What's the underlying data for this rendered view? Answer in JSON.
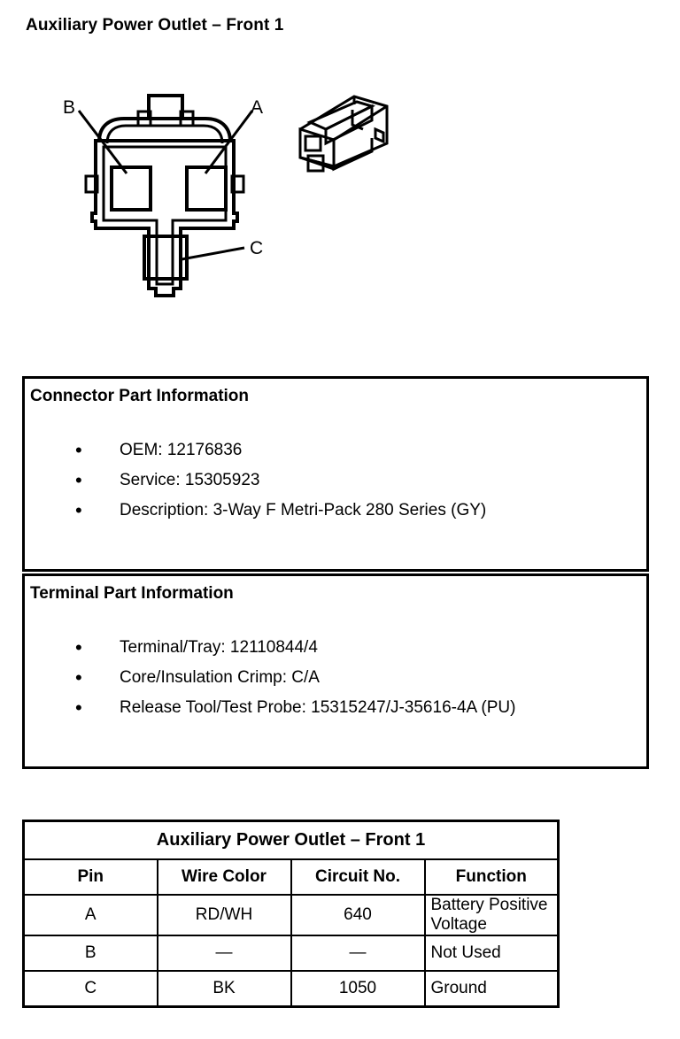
{
  "page": {
    "title": "Auxiliary Power Outlet – Front 1"
  },
  "figure": {
    "name": "connector-face-and-isometric-view",
    "callouts": [
      {
        "label": "B",
        "cavity": "left-upper-cavity"
      },
      {
        "label": "A",
        "cavity": "right-upper-cavity"
      },
      {
        "label": "C",
        "cavity": "lower-center-cavity"
      }
    ]
  },
  "connector_info": {
    "heading": "Connector Part Information",
    "items": [
      "OEM: 12176836",
      "Service: 15305923",
      "Description: 3-Way F Metri-Pack 280 Series (GY)"
    ],
    "bullet": "•"
  },
  "terminal_info": {
    "heading": "Terminal Part Information",
    "items": [
      "Terminal/Tray: 12110844/4",
      "Core/Insulation Crimp: C/A",
      "Release Tool/Test Probe: 15315247/J-35616-4A (PU)"
    ],
    "bullet": "•"
  },
  "pin_table": {
    "title": "Auxiliary Power Outlet – Front 1",
    "columns": [
      "Pin",
      "Wire Color",
      "Circuit No.",
      "Function"
    ],
    "rows": [
      {
        "pin": "A",
        "wire_color": "RD/WH",
        "circuit_no": "640",
        "function": "Battery Positive Voltage"
      },
      {
        "pin": "B",
        "wire_color": "—",
        "circuit_no": "—",
        "function": "Not Used"
      },
      {
        "pin": "C",
        "wire_color": "BK",
        "circuit_no": "1050",
        "function": "Ground"
      }
    ]
  },
  "colors": {
    "ink": "#000000",
    "paper": "#ffffff"
  }
}
